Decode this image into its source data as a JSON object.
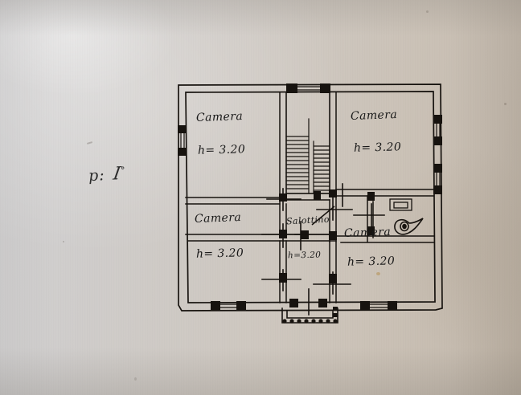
{
  "document": {
    "kind": "handwritten-architectural-floor-plan",
    "annotation": {
      "label": "p:",
      "floor": "I",
      "degree": "°",
      "full_text": "p: I°"
    }
  },
  "plan": {
    "title_text": "",
    "rooms": [
      {
        "id": "camera-top-left",
        "name": "Camera",
        "height_label": "h= 3.20"
      },
      {
        "id": "camera-top-right",
        "name": "Camera",
        "height_label": "h= 3.20"
      },
      {
        "id": "camera-bottom-left",
        "name": "Camera",
        "height_label": "h= 3.20"
      },
      {
        "id": "salottino-center",
        "name": "Salottino",
        "height_label": "h=3.20"
      },
      {
        "id": "camera-bottom-right",
        "name": "Camera",
        "height_label": "h= 3.20"
      }
    ],
    "features": [
      {
        "id": "staircase",
        "name": "staircase-hatched",
        "label": ""
      },
      {
        "id": "bathroom",
        "name": "bathroom",
        "label": ""
      },
      {
        "id": "bathtub-fixture",
        "name": "tub-fixture",
        "label": ""
      },
      {
        "id": "wc-fixture",
        "name": "wc-bidet-fixture",
        "label": ""
      },
      {
        "id": "balcony",
        "name": "balcony-railing",
        "label": ""
      },
      {
        "id": "corridor",
        "name": "corridor",
        "label": ""
      }
    ],
    "colors": {
      "ink": "#141210",
      "wall_fill": "#171412",
      "paper_light": "#d2d1d2",
      "paper_warm": "#bfb4a6"
    }
  }
}
